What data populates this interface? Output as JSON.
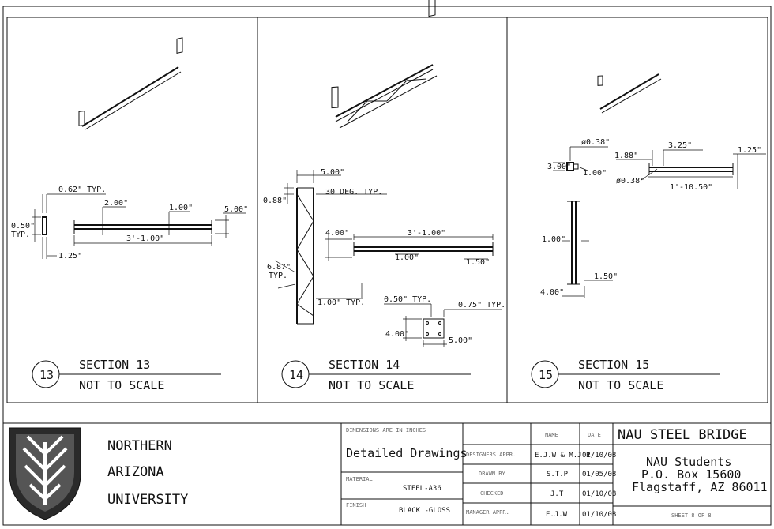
{
  "sections": [
    {
      "number": "13",
      "title": "SECTION 13",
      "scale": "NOT TO SCALE",
      "dims": [
        "0.62\" TYP.",
        "0.50\"",
        "TYP.",
        "1.25\"",
        "2.00\"",
        "1.00\"",
        "5.00\"",
        "3'-1.00\""
      ]
    },
    {
      "number": "14",
      "title": "SECTION 14",
      "scale": "NOT TO SCALE",
      "dims": [
        "5.00\"",
        "0.88\"",
        "30 DEG. TYP.",
        "6.87\"",
        "TYP.",
        "4.00\"",
        "3'-1.00\"",
        "1.00\"",
        "1.50\"",
        "1.00\" TYP.",
        "0.50\" TYP.",
        "0.75\" TYP.",
        "4.00\"",
        "5.00\""
      ]
    },
    {
      "number": "15",
      "title": "SECTION 15",
      "scale": "NOT TO SCALE",
      "dims": [
        "ø0.38\"",
        "3.00\"",
        "1.00\"",
        "1.88\"",
        "3.25\"",
        "1.25\"",
        "ø0.38\"",
        "1'-10.50\"",
        "1.00\"",
        "1.50\"",
        "4.00\""
      ]
    }
  ],
  "title_block": {
    "university_lines": [
      "NORTHERN",
      "ARIZONA",
      "UNIVERSITY"
    ],
    "dimensions_note": "DIMENSIONS ARE IN INCHES",
    "drawing_title": "Detailed Drawings",
    "material_label": "MATERIAL",
    "material_value": "STEEL-A36",
    "finish_label": "FINISH",
    "finish_value": "BLACK -GLOSS",
    "name_header": "NAME",
    "date_header": "DATE",
    "rows": [
      {
        "label": "DESIGNERS APPR.",
        "name": "E.J.W & M.J.P",
        "date": "01/10/08"
      },
      {
        "label": "DRAWN BY",
        "name": "S.T.P",
        "date": "01/05/08"
      },
      {
        "label": "CHECKED",
        "name": "J.T",
        "date": "01/10/08"
      },
      {
        "label": "MANAGER APPR.",
        "name": "E.J.W",
        "date": "01/10/08"
      }
    ],
    "project": "NAU STEEL BRIDGE",
    "address_lines": [
      "NAU Students",
      "P.O. Box 15600",
      "Flagstaff, AZ 86011"
    ],
    "sheet": "SHEET 8 OF 8"
  }
}
